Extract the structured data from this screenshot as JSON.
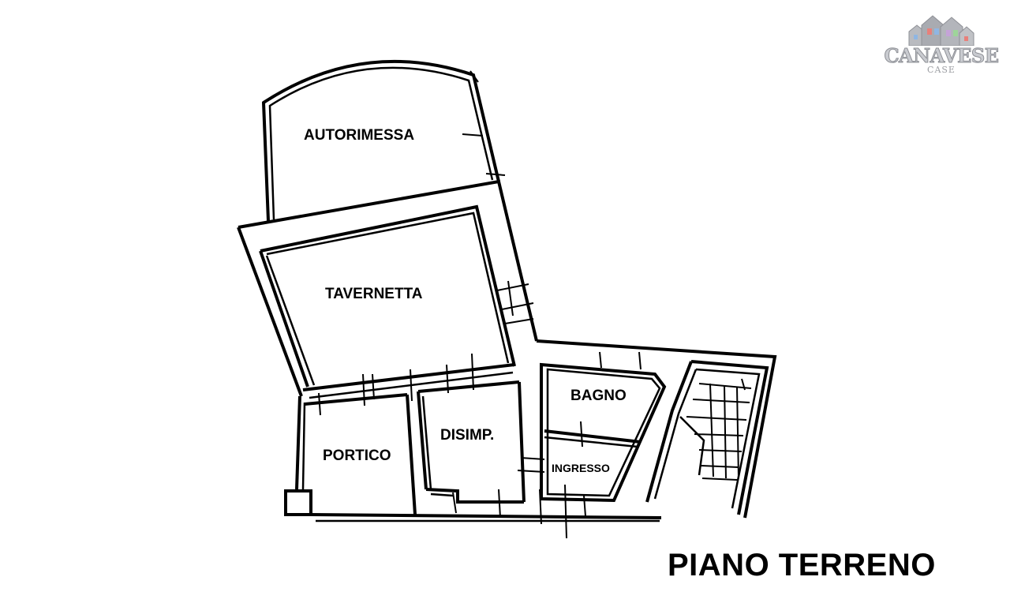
{
  "plan": {
    "title": "PIANO TERRENO",
    "rooms": {
      "autorimessa": "AUTORIMESSA",
      "tavernetta": "TAVERNETTA",
      "portico": "PORTICO",
      "disimp": "DISIMP.",
      "bagno": "BAGNO",
      "ingresso": "INGRESSO"
    }
  },
  "logo": {
    "name": "CANAVESE",
    "sub": "CASE",
    "icon": "houses-icon",
    "colors": {
      "text": "#c9cbd0",
      "outline": "#8e9096",
      "windows": [
        "#e8807a",
        "#8fb6e3",
        "#c5a3d8",
        "#9ed49a"
      ]
    }
  }
}
